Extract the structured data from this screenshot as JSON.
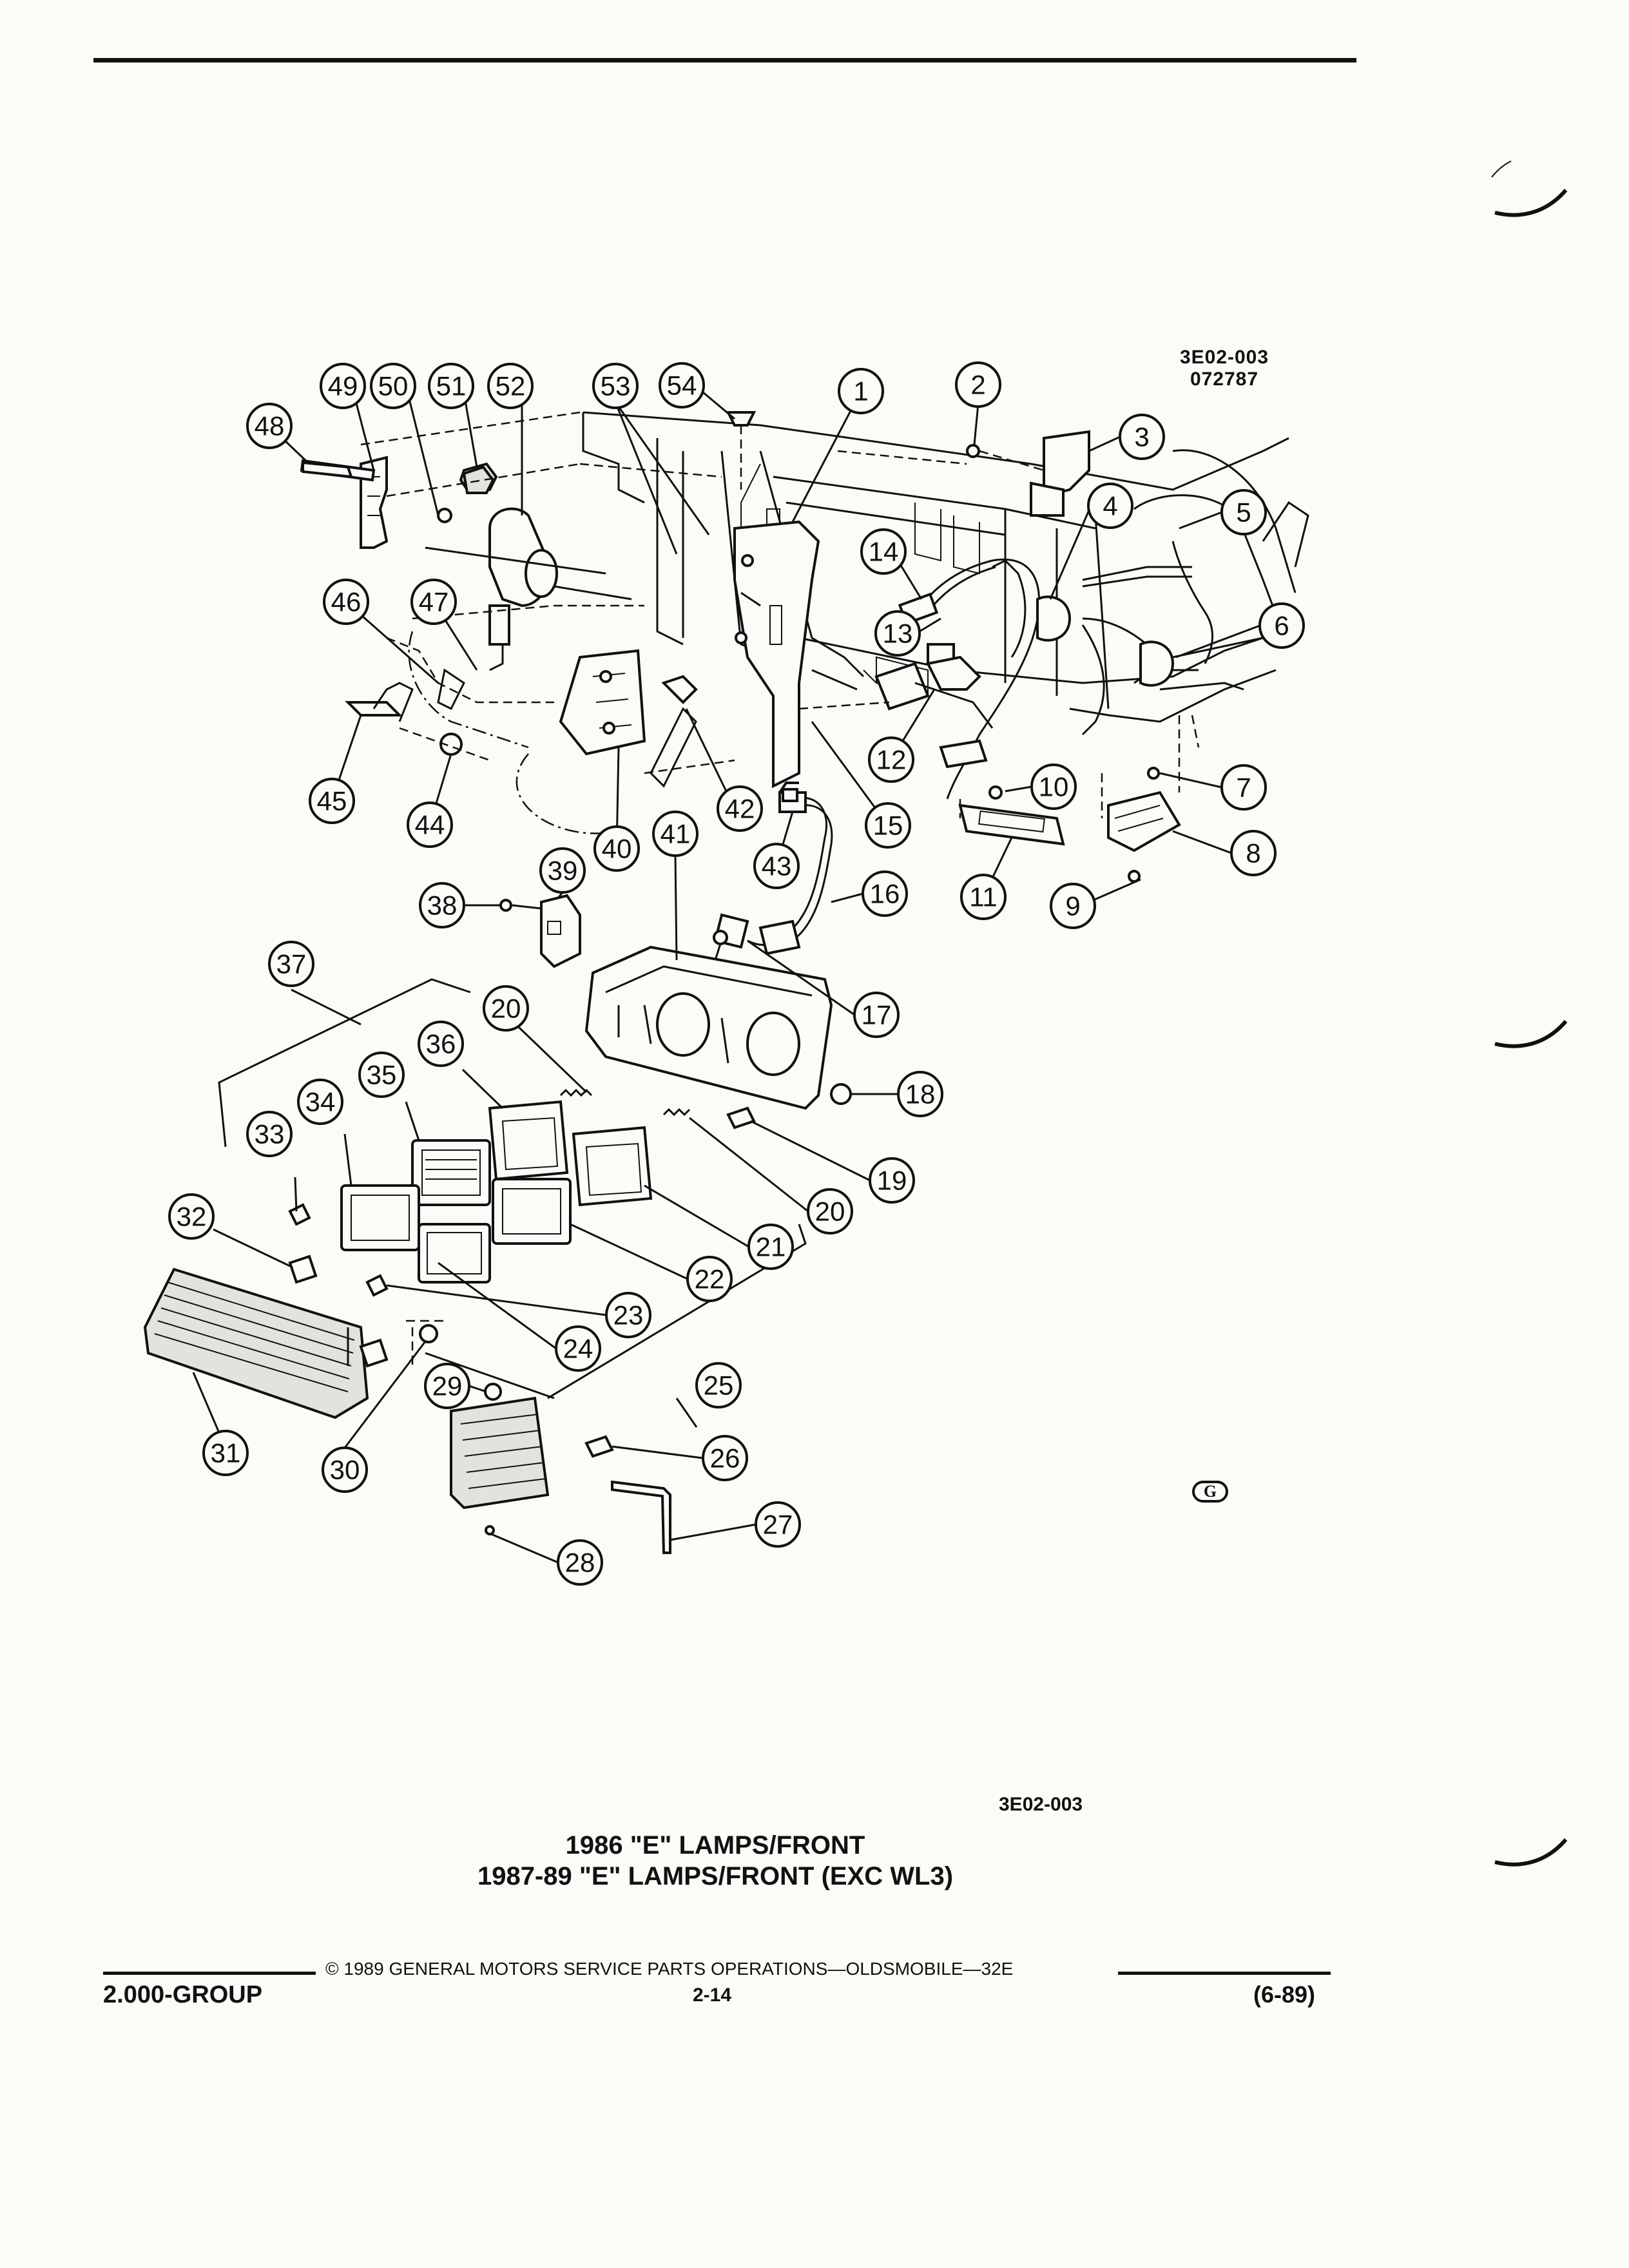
{
  "header": {
    "figure_code": "3E02-003",
    "date_code": "072787"
  },
  "callouts": [
    "1",
    "2",
    "3",
    "4",
    "5",
    "6",
    "7",
    "8",
    "9",
    "10",
    "11",
    "12",
    "13",
    "14",
    "15",
    "16",
    "17",
    "18",
    "19",
    "20",
    "21",
    "22",
    "23",
    "24",
    "25",
    "26",
    "27",
    "28",
    "29",
    "30",
    "31",
    "32",
    "33",
    "34",
    "35",
    "36",
    "37",
    "38",
    "39",
    "40",
    "41",
    "42",
    "43",
    "44",
    "45",
    "46",
    "47",
    "48",
    "49",
    "50",
    "51",
    "52",
    "53",
    "54"
  ],
  "figure": {
    "code": "3E02-003",
    "title_line1": "1986 \"E\" LAMPS/FRONT",
    "title_line2": "1987-89 \"E\" LAMPS/FRONT (EXC WL3)"
  },
  "footer": {
    "copyright": "© 1989 GENERAL MOTORS SERVICE PARTS OPERATIONS—OLDSMOBILE—32E",
    "group": "2.000-GROUP",
    "page": "2-14",
    "date": "(6-89)"
  },
  "logo": "G"
}
